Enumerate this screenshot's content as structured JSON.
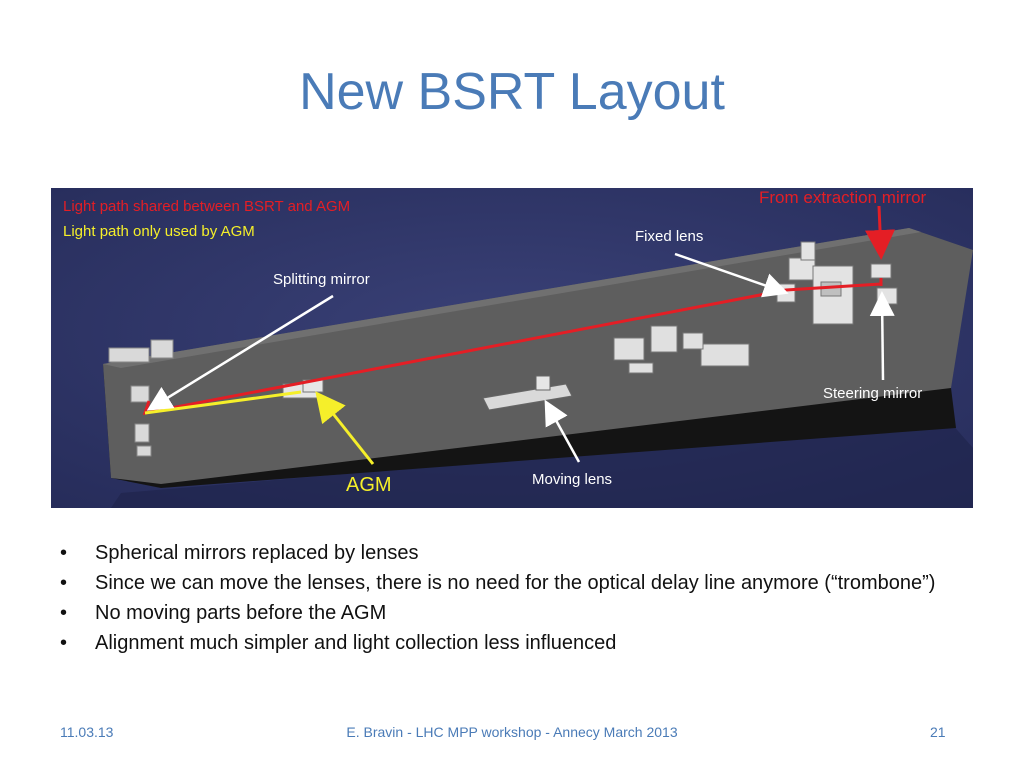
{
  "slide": {
    "title": "New BSRT Layout",
    "bullet_symbol": "•",
    "bullets": [
      "Spherical mirrors replaced by lenses",
      "Since we can move the lenses, there is no need for the optical delay line anymore (“trombone”)",
      "No moving parts before the AGM",
      "Alignment much simpler and light collection less influenced"
    ]
  },
  "figure": {
    "legend": {
      "shared_path": "Light path shared between BSRT and AGM",
      "agm_path": "Light path only used by AGM"
    },
    "labels": {
      "from_extraction": "From extraction mirror",
      "fixed_lens": "Fixed lens",
      "splitting_mirror": "Splitting mirror",
      "steering_mirror": "Steering mirror",
      "agm": "AGM",
      "moving_lens": "Moving lens"
    },
    "colors": {
      "background": "#2b3263",
      "table_top": "#5c5c5c",
      "red_path": "#e41e25",
      "yellow_path": "#f5ef2a"
    }
  },
  "footer": {
    "date": "11.03.13",
    "center": "E. Bravin - LHC MPP workshop - Annecy March 2013",
    "page": "21"
  }
}
